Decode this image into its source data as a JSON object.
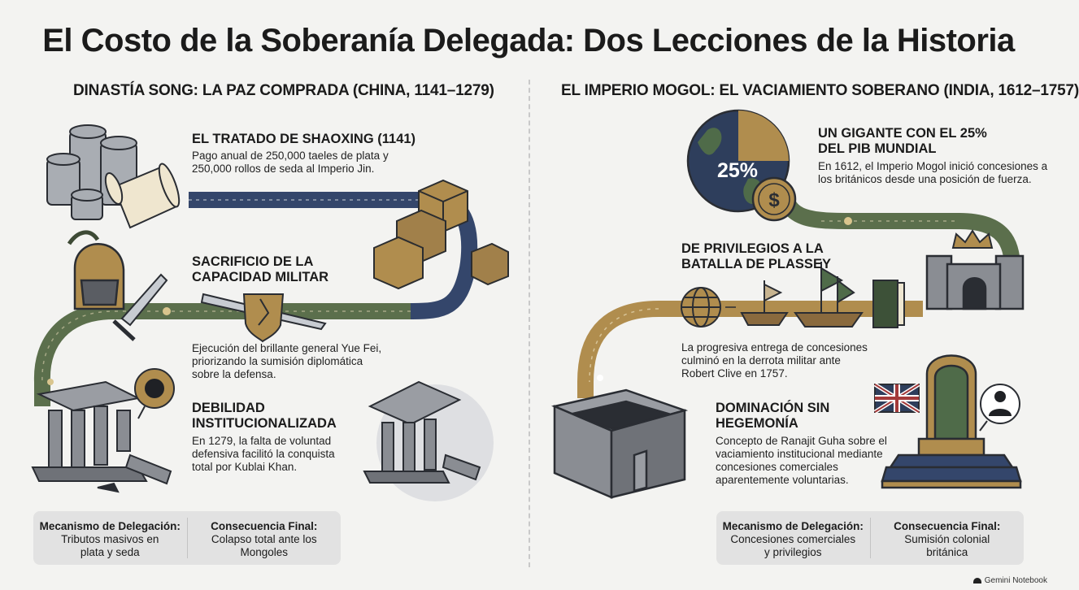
{
  "title": "El Costo de la Soberanía Delegada: Dos Lecciones de la Historia",
  "left": {
    "heading": "DINASTÍA SONG: LA PAZ COMPRADA (CHINA, 1141–1279)",
    "steps": [
      {
        "title": "EL TRATADO DE SHAOXING (1141)",
        "text": [
          "Pago anual de 250,000 taeles de plata y",
          "250,000 rollos de seda al Imperio Jin."
        ]
      },
      {
        "title": [
          "SACRIFICIO DE LA",
          "CAPACIDAD MILITAR"
        ],
        "text": [
          "Ejecución del brillante general Yue Fei,",
          "priorizando la sumisión diplomática",
          "sobre la defensa."
        ]
      },
      {
        "title": [
          "DEBILIDAD",
          "INSTITUCIONALIZADA"
        ],
        "text": [
          "En 1279, la falta de voluntad",
          "defensiva facilitó la conquista",
          "total por Kublai Khan."
        ]
      }
    ],
    "summary": {
      "mechanism_label": "Mecanismo de Delegación:",
      "mechanism_value": [
        "Tributos masivos en",
        "plata y seda"
      ],
      "consequence_label": "Consecuencia Final:",
      "consequence_value": [
        "Colapso total ante los",
        "Mongoles"
      ]
    }
  },
  "right": {
    "heading": "EL IMPERIO MOGOL: EL VACIAMIENTO SOBERANO (INDIA, 1612–1757)",
    "globe_label": "25%",
    "steps": [
      {
        "title": [
          "UN GIGANTE CON EL 25%",
          "DEL PIB MUNDIAL"
        ],
        "text": [
          "En 1612, el Imperio Mogol inició concesiones a",
          "los británicos desde una posición de fuerza."
        ]
      },
      {
        "title": [
          "DE PRIVILEGIOS A LA",
          "BATALLA DE PLASSEY"
        ],
        "text": [
          "La progresiva entrega de concesiones",
          "culminó en la derrota militar ante",
          "Robert Clive en 1757."
        ]
      },
      {
        "title": [
          "DOMINACIÓN SIN",
          "HEGEMONÍA"
        ],
        "text": [
          "Concepto de Ranajit Guha sobre el",
          "vaciamiento institucional mediante",
          "concesiones comerciales",
          "aparentemente voluntarias."
        ]
      }
    ],
    "summary": {
      "mechanism_label": "Mecanismo de Delegación:",
      "mechanism_value": [
        "Concesiones comerciales",
        "y privilegios"
      ],
      "consequence_label": "Consecuencia Final:",
      "consequence_value": [
        "Sumisión colonial",
        "británica"
      ]
    }
  },
  "footer": "Gemini Notebook",
  "colors": {
    "navy": "#34466b",
    "green": "#5b6f4c",
    "gold": "#b08d4e",
    "stone": "#8a8d93"
  }
}
